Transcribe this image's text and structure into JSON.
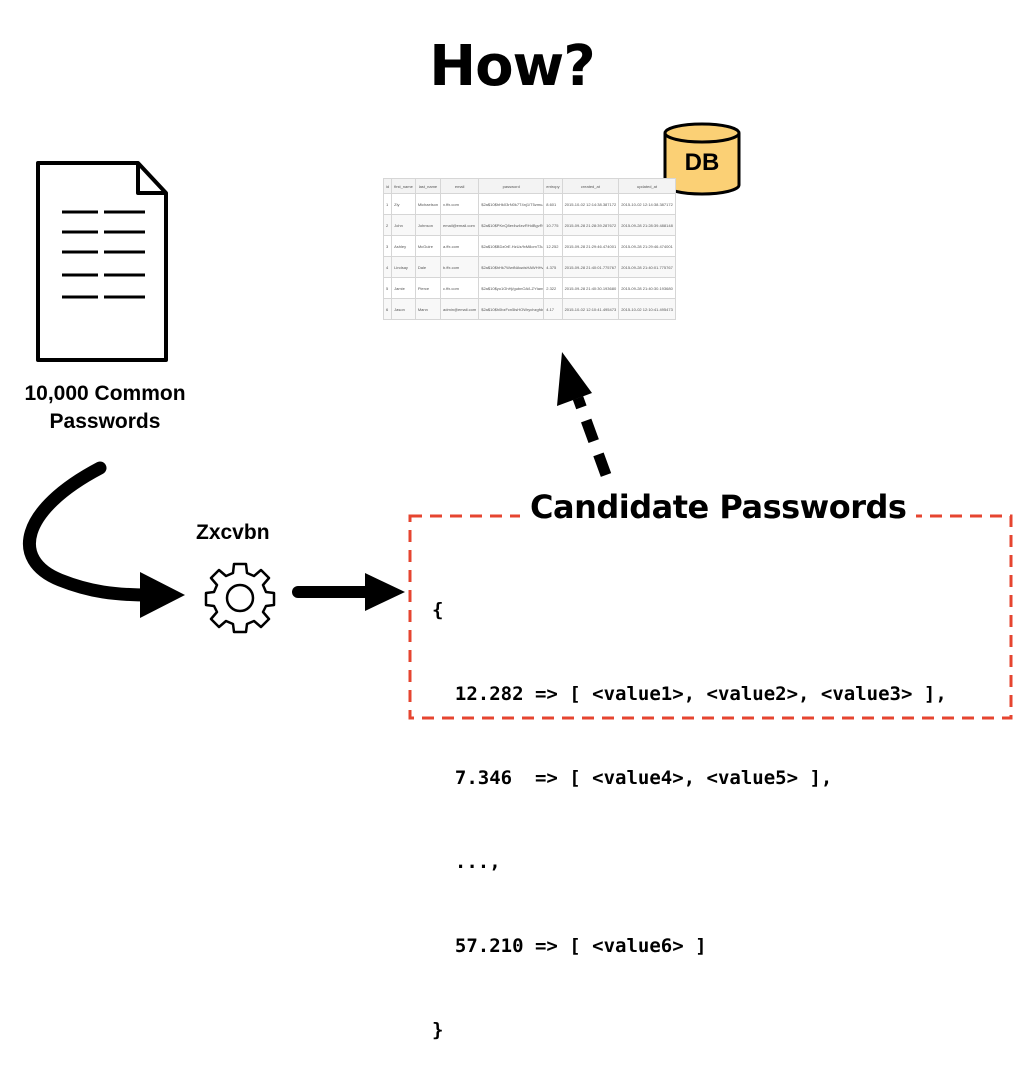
{
  "title": "How?",
  "document": {
    "label_line1": "10,000 Common",
    "label_line2": "Passwords"
  },
  "zxcvbn": {
    "label": "Zxcvbn"
  },
  "db": {
    "label": "DB"
  },
  "db_table": {
    "headers": [
      "id",
      "first_name",
      "last_name",
      "email",
      "password",
      "entropy",
      "created_at",
      "updated_at"
    ],
    "rows": [
      [
        "1",
        "Ziy",
        "Michaelson",
        "x.ffx.com",
        "$2a$10$hHk03rN0k7T4nj1/T5zmuJkxzdsiodHz..",
        "8.601",
        "2015-10-02 12:14:38.387172",
        "2015-10-02 12:14:38.387172"
      ],
      [
        "2",
        "John",
        "Johnson",
        "email@email.com",
        "$2a$10$PKnQ8er4w4ezRHdBgvRC3PvE.Cb..",
        "10.775",
        "2015-09-28 21:28:39.287672",
        "2015-09-28 21:28:39.488148"
      ],
      [
        "3",
        "Ashley",
        "McGuire",
        "a.ffx.com",
        "$2a$10$BDz0rE.HzUz/fxM8omT3u3dLjrTfC..",
        "12.252",
        "2015-09-28 21:29:46.474001",
        "2015-09-28 21:29:46.474001"
      ],
      [
        "4",
        "Lindsay",
        "Dale",
        "b.ffx.com",
        "$2a$10$hHk7WwtNAwdsHAWHHvqbtw5e10iG..",
        "4.375",
        "2015-09-28 21:40:01.775767",
        "2015-09-28 21:40:01.775767"
      ],
      [
        "5",
        "Jamie",
        "Pierce",
        "c.ffx.com",
        "$2a$10$yo1GhHj/gubnOA/LZYtanv8hRwpd5..",
        "2.322",
        "2015-09-28 21:40:30.193680",
        "2015-09-28 21:40:30.193680"
      ],
      [
        "6",
        "Jason",
        "Mann",
        "admin@email.com",
        "$2a$10$h0bzFcn5lsHOWrychzgfdnRI8bx3n..",
        "4.17",
        "2015-10-02 12:10:41.495473",
        "2015-10-02 12:10:41.495473"
      ]
    ]
  },
  "candidate": {
    "label": "Candidate Passwords",
    "code_lines": [
      "{",
      "  12.282 => [ <value1>, <value2>, <value3> ],",
      "  7.346  => [ <value4>, <value5> ],",
      "  ...,",
      "  57.210 => [ <value6> ]",
      "}"
    ]
  },
  "colors": {
    "db_fill": "#fbd075",
    "dashed_box": "#e64530",
    "text": "#000000"
  },
  "icons": {
    "document": "document-icon",
    "database": "database-icon",
    "gear": "gear-icon"
  }
}
